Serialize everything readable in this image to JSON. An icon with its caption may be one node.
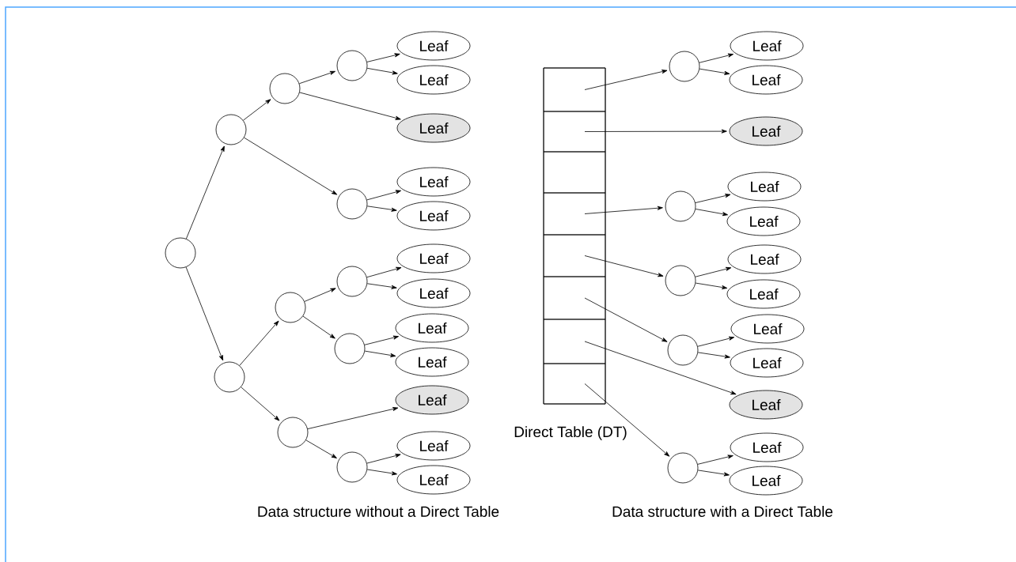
{
  "diagram": {
    "nodes": [
      {
        "text": [],
        "shape": "circle"
      },
      {
        "text": [],
        "shape": "circle"
      },
      {
        "text": [],
        "shape": "circle"
      },
      {
        "text": [],
        "shape": "circle"
      },
      {
        "text": [
          "Leaf"
        ]
      },
      {
        "text": [
          "Leaf"
        ]
      },
      {
        "text": [
          "Leaf"
        ]
      },
      {
        "text": [],
        "shape": "circle"
      },
      {
        "text": [
          "Leaf"
        ]
      },
      {
        "text": [
          "Leaf"
        ]
      },
      {
        "text": [],
        "shape": "circle"
      },
      {
        "text": [],
        "shape": "circle"
      },
      {
        "text": [],
        "shape": "circle"
      },
      {
        "text": [
          "Leaf"
        ]
      },
      {
        "text": [
          "Leaf"
        ]
      },
      {
        "text": [],
        "shape": "circle"
      },
      {
        "text": [
          "Leaf"
        ]
      },
      {
        "text": [
          "Leaf"
        ]
      },
      {
        "text": [],
        "shape": "circle"
      },
      {
        "text": [
          "Leaf"
        ]
      },
      {
        "text": [],
        "shape": "circle"
      },
      {
        "text": [
          "Leaf"
        ]
      },
      {
        "text": [
          "Leaf"
        ]
      },
      {
        "text": [
          "Direct Table (DT)"
        ]
      },
      {
        "text": [],
        "shape": "box",
        "in": 23
      },
      {
        "text": [],
        "shape": "box",
        "in": 23
      },
      {
        "text": [],
        "shape": "box",
        "in": 23
      },
      {
        "text": [],
        "shape": "box",
        "in": 23
      },
      {
        "text": [],
        "shape": "box",
        "in": 23
      },
      {
        "text": [],
        "shape": "box",
        "in": 23
      },
      {
        "text": [],
        "shape": "box",
        "in": 23
      },
      {
        "text": [],
        "shape": "box",
        "in": 23
      },
      {
        "text": [],
        "shape": "circle"
      },
      {
        "text": [
          "Leaf"
        ]
      },
      {
        "text": [
          "Leaf"
        ]
      },
      {
        "text": [
          "Leaf"
        ]
      },
      {
        "text": [],
        "shape": "circle"
      },
      {
        "text": [
          "Leaf"
        ]
      },
      {
        "text": [
          "Leaf"
        ]
      },
      {
        "text": [],
        "shape": "circle"
      },
      {
        "text": [
          "Leaf"
        ]
      },
      {
        "text": [
          "Leaf"
        ]
      },
      {
        "text": [],
        "shape": "circle"
      },
      {
        "text": [
          "Leaf"
        ]
      },
      {
        "text": [
          "Leaf"
        ]
      },
      {
        "text": [
          "Leaf"
        ]
      },
      {
        "text": [],
        "shape": "circle"
      },
      {
        "text": [
          "Leaf"
        ]
      },
      {
        "text": [
          "Leaf"
        ]
      }
    ],
    "edges": [
      {
        "from": 0,
        "to": 1,
        "arrow": "to"
      },
      {
        "from": 0,
        "to": 10,
        "arrow": "to"
      },
      {
        "from": 1,
        "to": 2,
        "arrow": "to"
      },
      {
        "from": 1,
        "to": 7,
        "arrow": "to"
      },
      {
        "from": 2,
        "to": 3,
        "arrow": "to"
      },
      {
        "from": 2,
        "to": 6,
        "arrow": "to"
      },
      {
        "from": 3,
        "to": 4,
        "arrow": "to"
      },
      {
        "from": 3,
        "to": 5,
        "arrow": "to"
      },
      {
        "from": 7,
        "to": 8,
        "arrow": "to"
      },
      {
        "from": 7,
        "to": 9,
        "arrow": "to"
      },
      {
        "from": 10,
        "to": 11,
        "arrow": "to"
      },
      {
        "from": 10,
        "to": 18,
        "arrow": "to"
      },
      {
        "from": 11,
        "to": 12,
        "arrow": "to"
      },
      {
        "from": 11,
        "to": 15,
        "arrow": "to"
      },
      {
        "from": 12,
        "to": 13,
        "arrow": "to"
      },
      {
        "from": 12,
        "to": 14,
        "arrow": "to"
      },
      {
        "from": 15,
        "to": 16,
        "arrow": "to"
      },
      {
        "from": 15,
        "to": 17,
        "arrow": "to"
      },
      {
        "from": 18,
        "to": 19,
        "arrow": "to"
      },
      {
        "from": 18,
        "to": 20,
        "arrow": "to"
      },
      {
        "from": 20,
        "to": 21,
        "arrow": "to"
      },
      {
        "from": 20,
        "to": 22,
        "arrow": "to"
      },
      {
        "from": 24,
        "to": 32,
        "arrow": "to"
      },
      {
        "from": 25,
        "to": 35,
        "arrow": "to"
      },
      {
        "from": 27,
        "to": 36,
        "arrow": "to"
      },
      {
        "from": 28,
        "to": 39,
        "arrow": "to"
      },
      {
        "from": 29,
        "to": 42,
        "arrow": "to"
      },
      {
        "from": 30,
        "to": 45,
        "arrow": "to"
      },
      {
        "from": 31,
        "to": 46,
        "arrow": "to"
      },
      {
        "from": 32,
        "to": 33,
        "arrow": "to"
      },
      {
        "from": 32,
        "to": 34,
        "arrow": "to"
      },
      {
        "from": 36,
        "to": 37,
        "arrow": "to"
      },
      {
        "from": 36,
        "to": 38,
        "arrow": "to"
      },
      {
        "from": 39,
        "to": 40,
        "arrow": "to"
      },
      {
        "from": 39,
        "to": 41,
        "arrow": "to"
      },
      {
        "from": 42,
        "to": 43,
        "arrow": "to"
      },
      {
        "from": 42,
        "to": 44,
        "arrow": "to"
      },
      {
        "from": 46,
        "to": 47,
        "arrow": "to"
      },
      {
        "from": 46,
        "to": 48,
        "arrow": "to"
      }
    ],
    "labels": [
      "Data structure without a Direct Table",
      "Data structure with a Direct Table"
    ]
  }
}
